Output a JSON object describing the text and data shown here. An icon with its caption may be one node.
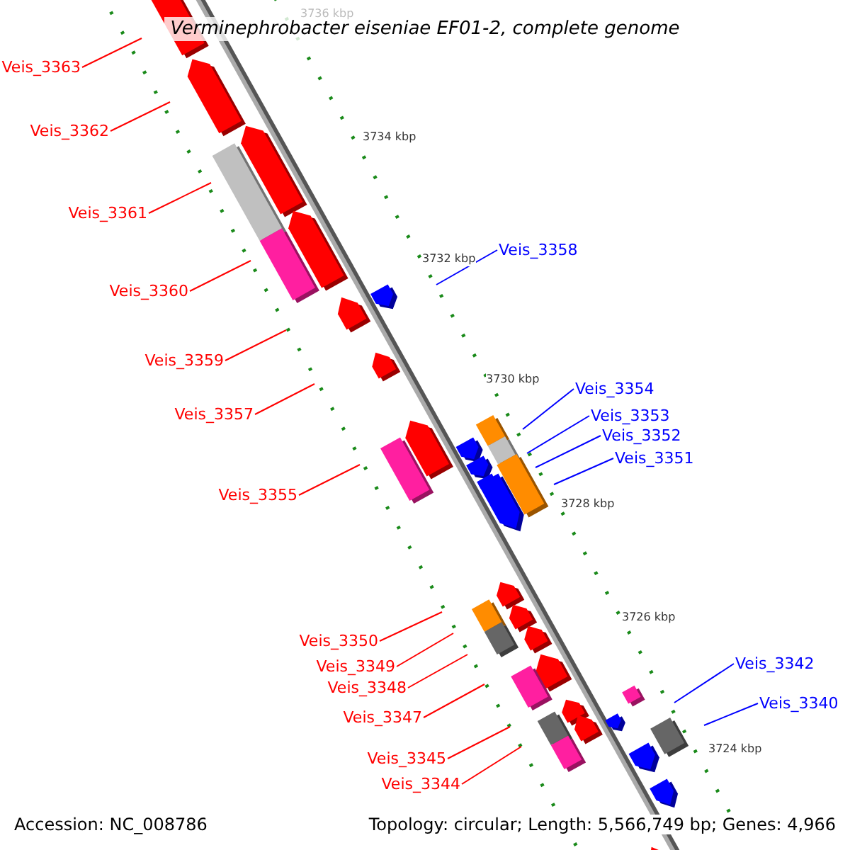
{
  "diagram": {
    "title": "Verminephrobacter eiseniae EF01-2, complete genome",
    "nodes": [
      {
        "text": [
          "Veis_3363"
        ]
      },
      {
        "text": [
          "Veis_3362"
        ]
      },
      {
        "text": [
          "Veis_3361"
        ]
      },
      {
        "text": [
          "Veis_3360"
        ]
      },
      {
        "text": [
          "Veis_3358"
        ]
      },
      {
        "text": [
          "Veis_3359"
        ]
      },
      {
        "text": [
          "Veis_3357"
        ]
      },
      {
        "text": [
          "Veis_3354"
        ]
      },
      {
        "text": [
          "Veis_3353"
        ]
      },
      {
        "text": [
          "Veis_3352"
        ]
      },
      {
        "text": [
          "Veis_3351"
        ]
      },
      {
        "text": [
          "Veis_3355"
        ]
      },
      {
        "text": [
          "Veis_3350"
        ]
      },
      {
        "text": [
          "Veis_3349"
        ]
      },
      {
        "text": [
          "Veis_3348"
        ]
      },
      {
        "text": [
          "Veis_3342"
        ]
      },
      {
        "text": [
          "Veis_3340"
        ]
      },
      {
        "text": [
          "Veis_3347"
        ]
      },
      {
        "text": [
          "Veis_3345"
        ]
      },
      {
        "text": [
          "Veis_3344"
        ]
      }
    ],
    "edges": [
      {
        "from": 0,
        "to": null,
        "arrow": "none"
      },
      {
        "from": 1,
        "to": null,
        "arrow": "none"
      },
      {
        "from": 2,
        "to": null,
        "arrow": "none"
      },
      {
        "from": 3,
        "to": null,
        "arrow": "none"
      },
      {
        "from": 4,
        "to": null,
        "arrow": "none",
        "color": "#0000ff"
      },
      {
        "from": 5,
        "to": null,
        "arrow": "none"
      },
      {
        "from": 6,
        "to": null,
        "arrow": "none"
      },
      {
        "from": 7,
        "to": null,
        "arrow": "none",
        "color": "#0000ff"
      },
      {
        "from": 8,
        "to": null,
        "arrow": "none",
        "color": "#0000ff"
      },
      {
        "from": 9,
        "to": null,
        "arrow": "none",
        "color": "#0000ff"
      },
      {
        "from": 10,
        "to": null,
        "arrow": "none",
        "color": "#0000ff"
      },
      {
        "from": 11,
        "to": null,
        "arrow": "none"
      },
      {
        "from": 12,
        "to": null,
        "arrow": "none"
      },
      {
        "from": 13,
        "to": null,
        "arrow": "none"
      },
      {
        "from": 14,
        "to": null,
        "arrow": "none"
      },
      {
        "from": 15,
        "to": null,
        "arrow": "none",
        "color": "#0000ff"
      },
      {
        "from": 16,
        "to": null,
        "arrow": "none",
        "color": "#0000ff"
      },
      {
        "from": 17,
        "to": null,
        "arrow": "none"
      },
      {
        "from": 18,
        "to": null,
        "arrow": "none"
      },
      {
        "from": 19,
        "to": null,
        "arrow": "none"
      }
    ],
    "labels": [
      "3736 kbp",
      "3734 kbp",
      "3732 kbp",
      "3730 kbp",
      "3728 kbp",
      "3726 kbp",
      "3724 kbp",
      "Accession: NC_008786",
      "Topology: circular; Length: 5,566,749 bp; Genes: 4,966"
    ]
  }
}
